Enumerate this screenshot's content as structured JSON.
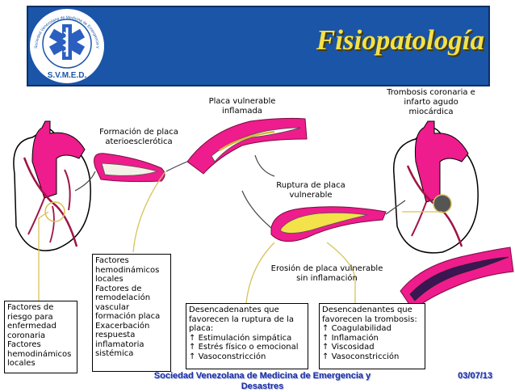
{
  "header": {
    "title": "Fisiopatología",
    "logo_text": "S.V.M.E.D.",
    "logo_ring_text": "Sociedad Venezolana de Medicina de Emergencia y Desastres",
    "colors": {
      "banner": "#1a55a8",
      "title": "#f2e14a"
    }
  },
  "labels": {
    "formacion": "Formación de placa aterioesclerótica",
    "vulnerable": "Placa vulnerable inflamada",
    "trombosis": "Trombosis coronaria e infarto agudo miocárdica",
    "ruptura": "Ruptura de placa vulnerable",
    "erosion": "Erosión de placa vulnerable sin inflamación"
  },
  "boxes": {
    "factores_riesgo": [
      "Factores de",
      "riesgo para",
      "enfermedad",
      "coronaria",
      "Factores",
      "hemodinámicos",
      "locales"
    ],
    "factores_hemo": [
      "Factores",
      "hemodinámicos",
      "locales",
      "Factores de",
      "remodelación",
      "vascular",
      "formación placa",
      "Exacerbación",
      "respuesta",
      "inflamatoria",
      "sistémica"
    ],
    "desencadenantes_ruptura": {
      "lines": [
        "Desencadenantes que",
        "favorecen la ruptura de la",
        "placa:"
      ],
      "items": [
        "Estimulación simpática",
        "Estrés físico o emocional",
        "Vasoconstricción"
      ]
    },
    "desencadenantes_trombosis": {
      "lines": [
        "Desencadenantes que",
        "favorecen la trombosis:"
      ],
      "items": [
        "Coagulabilidad",
        "Inflamación",
        "Viscosidad",
        "Vasoconstricción"
      ]
    },
    "arrow_glyph": "↑"
  },
  "footer": {
    "organization_line1": "Sociedad Venezolana de Medicina de Emergencia y",
    "organization_line2": "Desastres",
    "date": "03/07/13"
  }
}
